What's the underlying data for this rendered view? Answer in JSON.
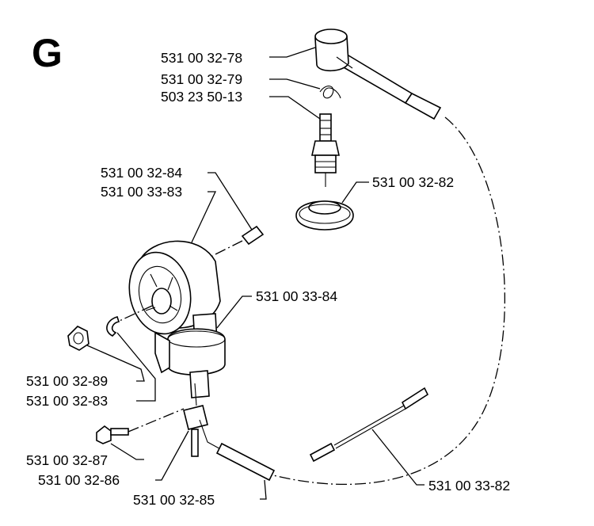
{
  "section_letter": "G",
  "labels": {
    "cap": "531 00 32-78",
    "spring": "531 00 32-79",
    "plug": "503 23 50-13",
    "boot": "531 00 32-82",
    "key": "531 00 32-84",
    "flywheel": "531 00 33-83",
    "coil": "531 00 33-84",
    "nut": "531 00 32-89",
    "washer": "531 00 32-83",
    "screw": "531 00 32-87",
    "bracket": "531 00 32-86",
    "switch_cable": "531 00 32-85",
    "cable": "531 00 33-82"
  }
}
